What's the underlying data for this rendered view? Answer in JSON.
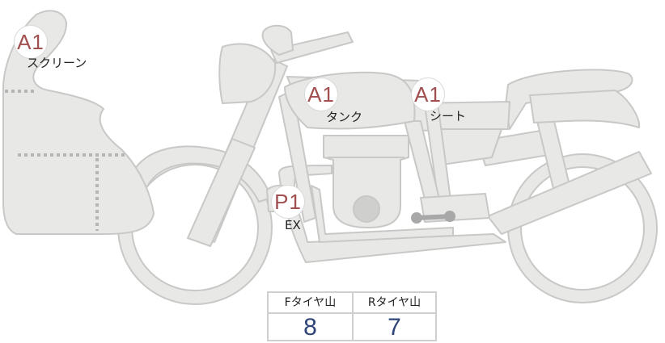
{
  "parts": [
    {
      "grade": "A1",
      "label": "スクリーン"
    },
    {
      "grade": "A1",
      "label": "タンク"
    },
    {
      "grade": "A1",
      "label": "シート"
    },
    {
      "grade": "P1",
      "label": "EX"
    }
  ],
  "tires": {
    "front_label": "Fタイヤ山",
    "front_value": "8",
    "rear_label": "Rタイヤ山",
    "rear_value": "7"
  },
  "colors": {
    "body_fill": "#e8e8e6",
    "outline": "#c8c8c6",
    "grade_text": "#a14f4f",
    "value_text": "#2e4478",
    "dotted_line": "#b5b5b5"
  }
}
